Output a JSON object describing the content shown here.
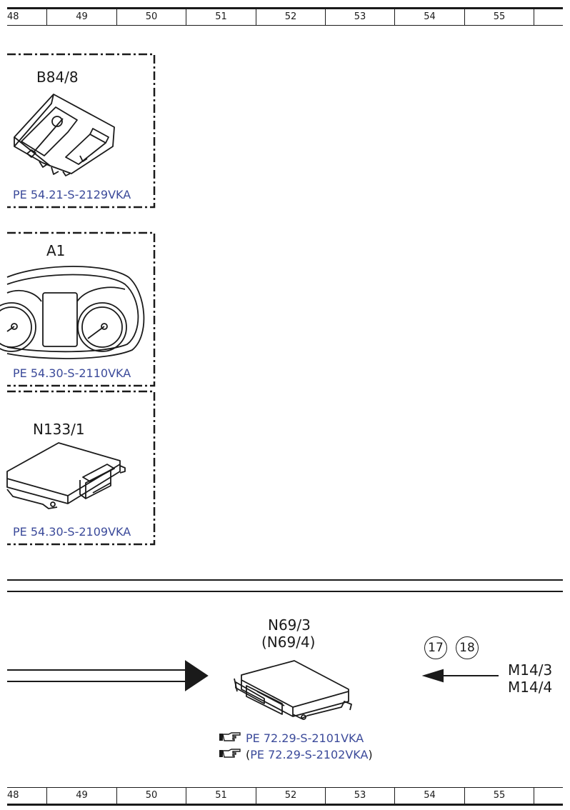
{
  "ruler": [
    "48",
    "49",
    "50",
    "51",
    "52",
    "53",
    "54",
    "55"
  ],
  "components": [
    {
      "label": "B84/8",
      "ref": "PE 54.21-S-2129VKA"
    },
    {
      "label": "A1",
      "ref": "PE 54.30-S-2110VKA"
    },
    {
      "label": "N133/1",
      "ref": "PE 54.30-S-2109VKA"
    }
  ],
  "module": {
    "label": "N69/3",
    "label_alt": "(N69/4)",
    "ref1": "PE 72.29-S-2101VKA",
    "ref2": "PE 72.29-S-2102VKA",
    "paren_open": "(",
    "paren_close": ")"
  },
  "circles": [
    "17",
    "18"
  ],
  "motor": {
    "line1": "M14/3",
    "line2": "M14/4"
  }
}
